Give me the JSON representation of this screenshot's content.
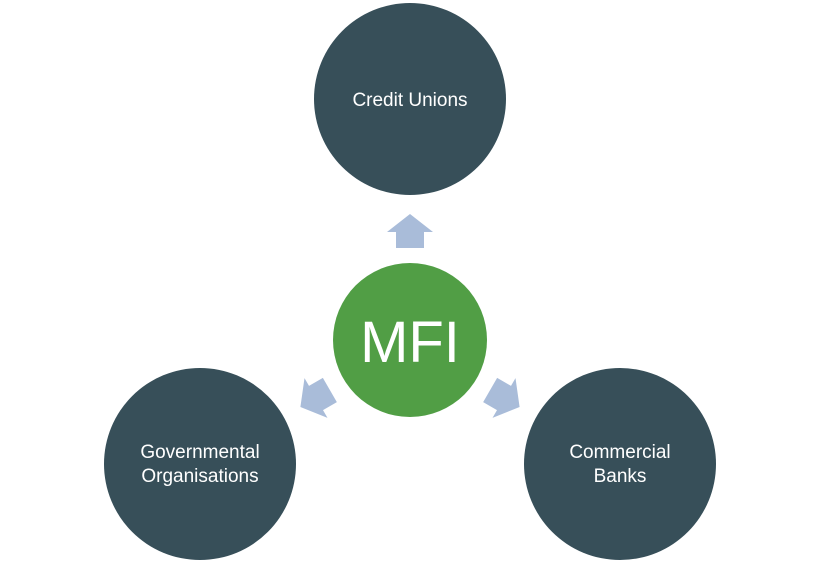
{
  "center": {
    "label": "MFI",
    "color": "#519e45"
  },
  "nodes": [
    {
      "lines": [
        "Credit Unions"
      ],
      "color": "#374f59"
    },
    {
      "lines": [
        "Governmental",
        "Organisations"
      ],
      "color": "#374f59"
    },
    {
      "lines": [
        "Commercial",
        "Banks"
      ],
      "color": "#374f59"
    }
  ],
  "arrow_color": "#a9bcd9"
}
